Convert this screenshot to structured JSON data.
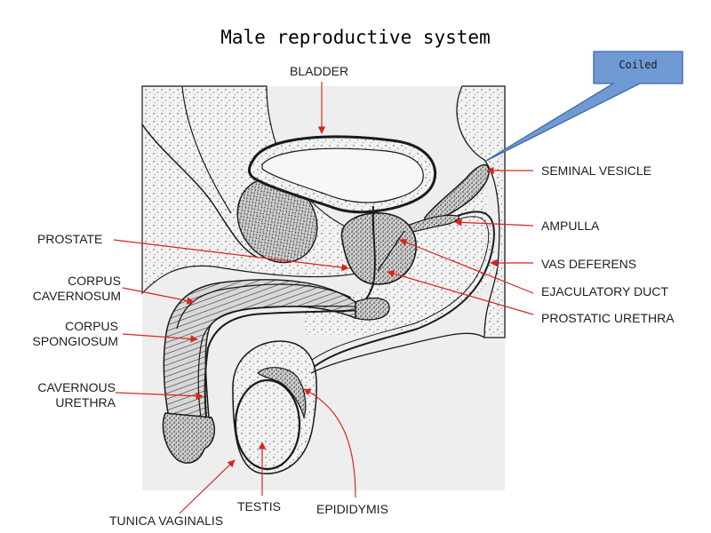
{
  "title": "Male reproductive system",
  "callout": {
    "text": "Coiled",
    "fill": "#6f9ad4",
    "stroke": "#3d6aa8"
  },
  "colors": {
    "arrow": "#d8261c",
    "panel": "#eeeeee",
    "ink": "#1a1a1a"
  },
  "labels": {
    "bladder": "BLADDER",
    "seminal_vesicle": "SEMINAL VESICLE",
    "ampulla": "AMPULLA",
    "vas_deferens": "VAS DEFERENS",
    "ejaculatory_duct": "EJACULATORY DUCT",
    "prostatic_urethra": "PROSTATIC URETHRA",
    "prostate": "PROSTATE",
    "corpus_cavernosum": [
      "CORPUS",
      "CAVERNOSUM"
    ],
    "corpus_spongiosum": [
      "CORPUS",
      "SPONGIOSUM"
    ],
    "cavernous_urethra": [
      "CAVERNOUS",
      "URETHRA"
    ],
    "tunica_vaginalis": "TUNICA VAGINALIS",
    "testis": "TESTIS",
    "epididymis": "EPIDIDYMIS"
  }
}
